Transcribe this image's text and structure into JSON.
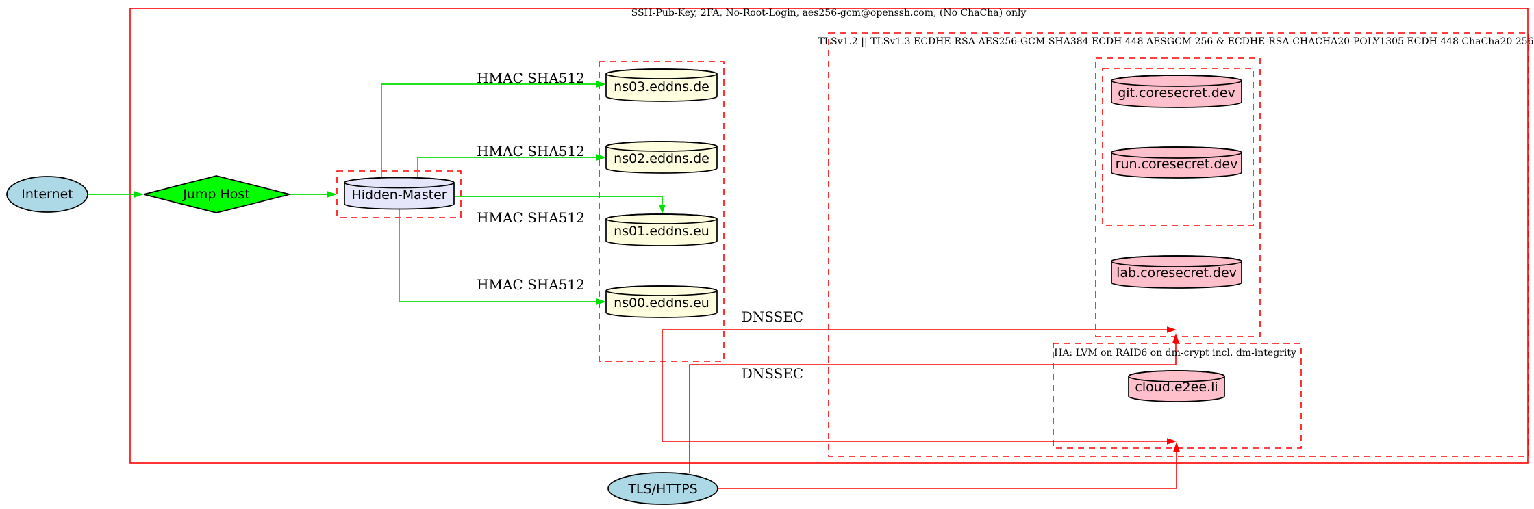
{
  "clusters": {
    "ssh": {
      "label": "SSH-Pub-Key, 2FA, No-Root-Login, aes256-gcm@openssh.com, (No ChaCha) only",
      "border_style": "solid",
      "border_color": "#FF0000"
    },
    "tls": {
      "label": "TLSv1.2 || TLSv1.3 ECDHE-RSA-AES256-GCM-SHA384 ECDH 448 AESGCM 256 & ECDHE-RSA-CHACHA20-POLY1305 ECDH 448 ChaCha20 256",
      "border_style": "dashed",
      "border_color": "#FF0000"
    },
    "ha": {
      "label": "HA: LVM on RAID6 on dm-crypt incl. dm-integrity",
      "border_style": "dashed",
      "border_color": "#FF0000"
    },
    "eddns": {
      "label": "",
      "border_style": "dashed",
      "border_color": "#FF0000"
    },
    "hidden_master_box": {
      "label": "",
      "border_style": "dashed",
      "border_color": "#FF0000"
    },
    "coresecret": {
      "label": "",
      "border_style": "dashed",
      "border_color": "#FF0000"
    },
    "coresecret_inner": {
      "label": "",
      "border_style": "dashed",
      "border_color": "#FF0000"
    }
  },
  "nodes": {
    "internet": {
      "label": "Internet",
      "shape": "ellipse",
      "fill": "#ADD8E6"
    },
    "jump_host": {
      "label": "Jump Host",
      "shape": "diamond",
      "fill": "#00FF00"
    },
    "hidden_master": {
      "label": "Hidden-Master",
      "shape": "cylinder",
      "fill": "#E6E6FA"
    },
    "ns03": {
      "label": "ns03.eddns.de",
      "shape": "cylinder",
      "fill": "#FFFFE0"
    },
    "ns02": {
      "label": "ns02.eddns.de",
      "shape": "cylinder",
      "fill": "#FFFFE0"
    },
    "ns01": {
      "label": "ns01.eddns.eu",
      "shape": "cylinder",
      "fill": "#FFFFE0"
    },
    "ns00": {
      "label": "ns00.eddns.eu",
      "shape": "cylinder",
      "fill": "#FFFFE0"
    },
    "git": {
      "label": "git.coresecret.dev",
      "shape": "cylinder",
      "fill": "#FFC0CB"
    },
    "run": {
      "label": "run.coresecret.dev",
      "shape": "cylinder",
      "fill": "#FFC0CB"
    },
    "lab": {
      "label": "lab.coresecret.dev",
      "shape": "cylinder",
      "fill": "#FFC0CB"
    },
    "cloud": {
      "label": "cloud.e2ee.li",
      "shape": "cylinder",
      "fill": "#FFC0CB"
    },
    "tls_https": {
      "label": "TLS/HTTPS",
      "shape": "ellipse",
      "fill": "#ADD8E6"
    }
  },
  "edge_labels": {
    "hmac_ns03": "HMAC SHA512",
    "hmac_ns02": "HMAC SHA512",
    "hmac_ns01": "HMAC SHA512",
    "hmac_ns00": "HMAC SHA512",
    "dnssec_upper": "DNSSEC",
    "dnssec_lower": "DNSSEC"
  },
  "colors": {
    "secure_shell_edge": "#00E000",
    "jump_host_fill": "#00FF00",
    "tls_edge": "#FF0000",
    "cluster_border": "#FF0000",
    "node_stroke": "#000000"
  }
}
